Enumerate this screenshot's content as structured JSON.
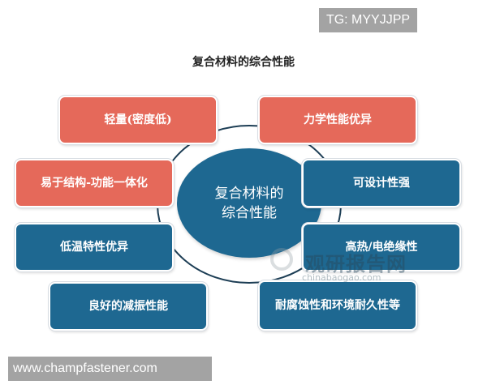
{
  "overlay": {
    "tg_label": "TG: MYYJJPP",
    "url_label": "www.champfastener.com"
  },
  "diagram": {
    "title": "复合材料的综合性能",
    "center": {
      "line1": "复合材料的",
      "line2": "综合性能",
      "color": "#1e6891"
    },
    "colors": {
      "red": "#e5695a",
      "blue": "#1e6891"
    },
    "nodes": [
      {
        "label": "轻量(密度低)",
        "color": "red"
      },
      {
        "label": "力学性能优异",
        "color": "red"
      },
      {
        "label": "易于结构-功能一体化",
        "color": "red"
      },
      {
        "label": "可设计性强",
        "color": "blue"
      },
      {
        "label": "低温特性优异",
        "color": "blue"
      },
      {
        "label": "高热/电绝缘性",
        "color": "blue"
      },
      {
        "label": "良好的减振性能",
        "color": "blue"
      },
      {
        "label": "耐腐蚀性和环境耐久性等",
        "color": "blue"
      }
    ]
  },
  "watermark": {
    "cn": "观研报告网",
    "en": "chinabaogao.com"
  }
}
